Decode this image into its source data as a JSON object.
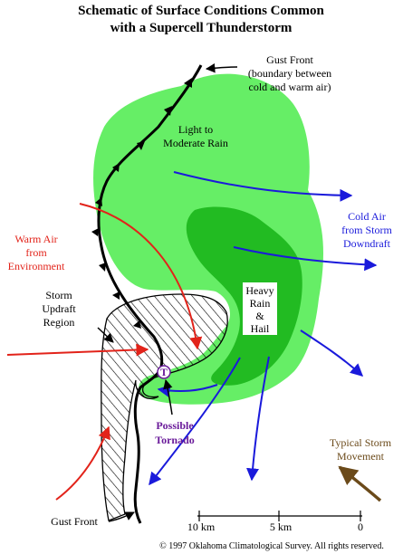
{
  "title": {
    "line1": "Schematic of Surface Conditions Common",
    "line2": "with a Supercell Thunderstorm"
  },
  "labels": {
    "gust_front_top": [
      "Gust Front",
      "(boundary between",
      "cold and warm air)"
    ],
    "light_rain": [
      "Light to",
      "Moderate Rain"
    ],
    "cold_air": [
      "Cold Air",
      "from Storm",
      "Downdraft"
    ],
    "warm_air": [
      "Warm Air",
      "from",
      "Environment"
    ],
    "updraft": [
      "Storm",
      "Updraft",
      "Region"
    ],
    "heavy_rain": [
      "Heavy",
      "Rain",
      "&",
      "Hail"
    ],
    "tornado_marker": "T",
    "possible_tornado": [
      "Possible",
      "Tornado"
    ],
    "storm_movement": [
      "Typical Storm",
      "Movement"
    ],
    "gust_front_bottom": "Gust Front"
  },
  "scale": {
    "labels": [
      "10 km",
      "5 km",
      "0"
    ]
  },
  "copyright": "© 1997 Oklahoma Climatological Survey.  All rights reserved.",
  "colors": {
    "light_rain_fill": "#66ee66",
    "heavy_rain_fill": "#22bb22",
    "warm_arrow": "#e2231a",
    "cold_arrow": "#1a1adb",
    "tornado": "#6a1b9a",
    "movement_arrow": "#6b4a1a",
    "updraft_hatch": "#000000"
  }
}
